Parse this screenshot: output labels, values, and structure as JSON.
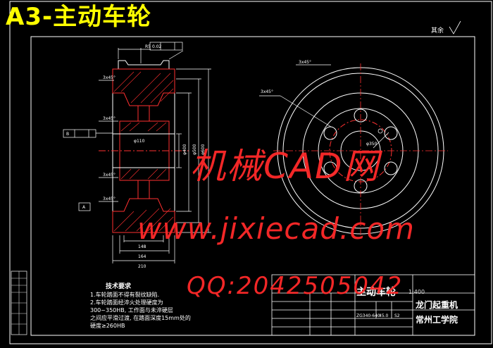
{
  "banner": {
    "title": "A3-主动车轮"
  },
  "watermark": {
    "cn": "机械CAD网",
    "url": "www.jixiecad.com",
    "qq": "QQ:2042505042"
  },
  "roughness_note": "其余",
  "tech_notes": {
    "heading": "技术要求",
    "lines": [
      "1.车轮踏面不得有裂纹缺陷.",
      "2.车轮踏面经淬火处理硬度为",
      "300~350HB, 工作面与未淬硬层",
      "之间应平滑过渡, 在踏面深度15mm处的",
      "硬度≥260HB"
    ]
  },
  "title_block": {
    "part_name": "主动车轮",
    "scale_text": "1:400",
    "project": "龙门起重机",
    "school": "常州工学院",
    "material": "ZG340-640",
    "qty": "45.0",
    "code": "S2"
  },
  "dims": {
    "d1": "φ600",
    "d2": "φ500",
    "d3": "φ400",
    "d4": "φ350",
    "c1": "3x45°",
    "c2": "3x45°",
    "c3": "3x45°",
    "c4": "3x45°",
    "w1": "164",
    "w2": "148",
    "w3": "210",
    "hub": "φ110",
    "r": "R5",
    "b": "B",
    "a": "A",
    "tol": "0.02"
  }
}
